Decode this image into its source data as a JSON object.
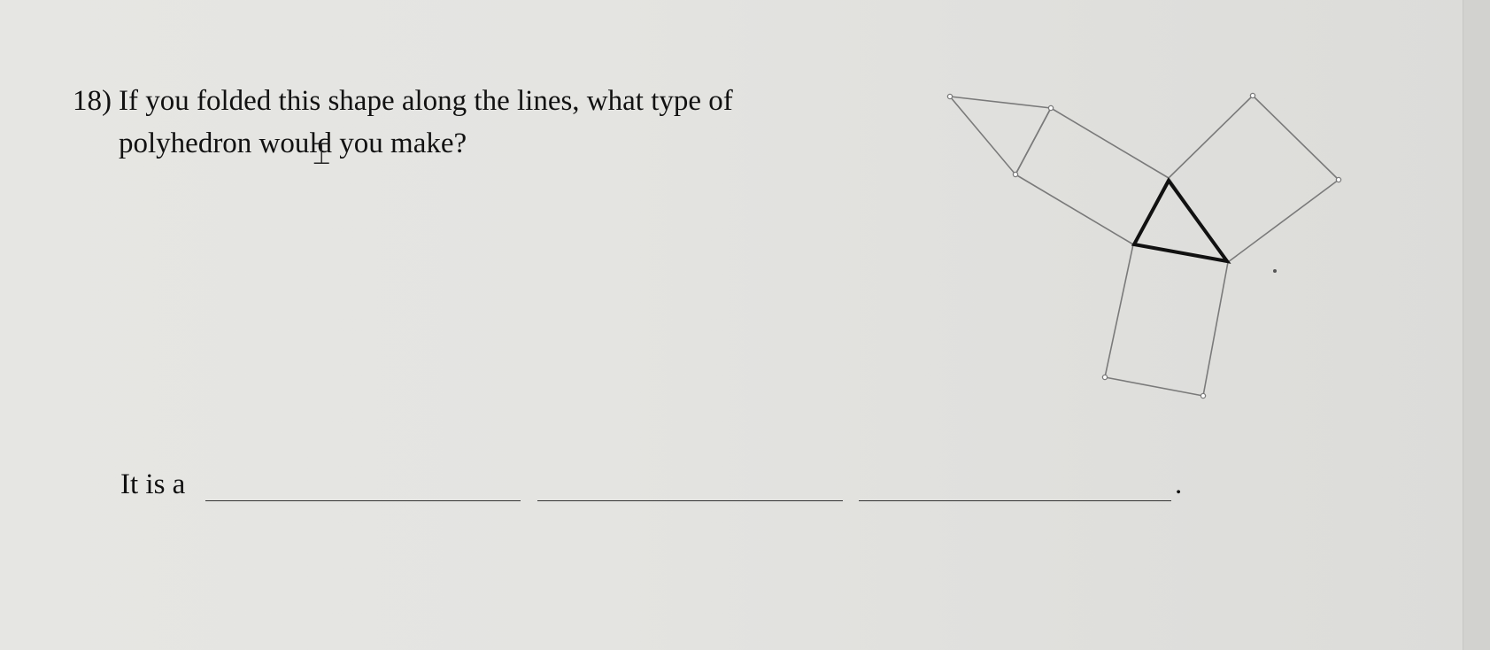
{
  "question": {
    "number": "18)",
    "lines": [
      "If you folded this shape along the lines, what type of",
      "polyhedron would you make?"
    ]
  },
  "cursor": {
    "icon": "i-beam-text-cursor-icon",
    "glyph": "⌶"
  },
  "answer": {
    "prefix": "It is a",
    "blank_count": 3,
    "suffix": "."
  },
  "net": {
    "description_icon": "triangular-prism-net",
    "faces": [
      "triangle",
      "triangle",
      "rectangle",
      "rectangle",
      "rectangle"
    ],
    "stroke_color": "#7a7a7a",
    "base_stroke_color": "#111111"
  }
}
